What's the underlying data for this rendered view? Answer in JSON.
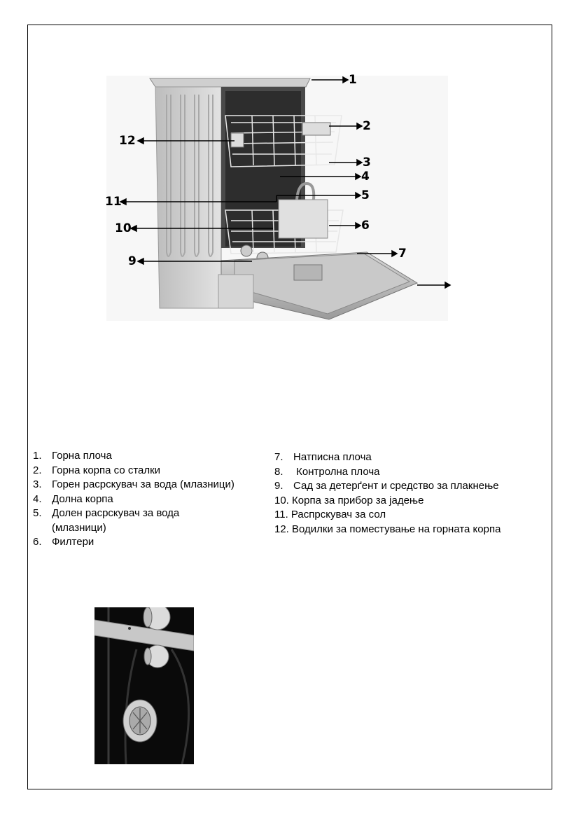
{
  "figure": {
    "callouts": [
      "1",
      "2",
      "3",
      "4",
      "5",
      "6",
      "7",
      "9",
      "10",
      "11",
      "12"
    ]
  },
  "parts_left": [
    {
      "num": "1.",
      "text": "Горна плоча"
    },
    {
      "num": "2.",
      "text": "Горна корпа со сталки"
    },
    {
      "num": "3.",
      "text": "Горен расрскувач за вода (млазници)"
    },
    {
      "num": "4.",
      "text": "Долна корпа"
    },
    {
      "num": "5.",
      "text": "Долен расрскувач за вода",
      "text2": "(млазници)"
    },
    {
      "num": "6.",
      "text": "Филтери"
    }
  ],
  "parts_right": [
    {
      "num": "7.",
      "text": "Натписна плоча"
    },
    {
      "num": "8.",
      "text": " Контролна плоча"
    },
    {
      "num": "9.",
      "text": "Сад за детерґент и средство за плакнење"
    },
    {
      "num": "10.",
      "text": "Корпа за прибор за јадење"
    },
    {
      "num": "11.",
      "text": "Распрскувач за сол"
    },
    {
      "num": "12.",
      "text": "Водилки за поместување на горната корпа"
    }
  ]
}
